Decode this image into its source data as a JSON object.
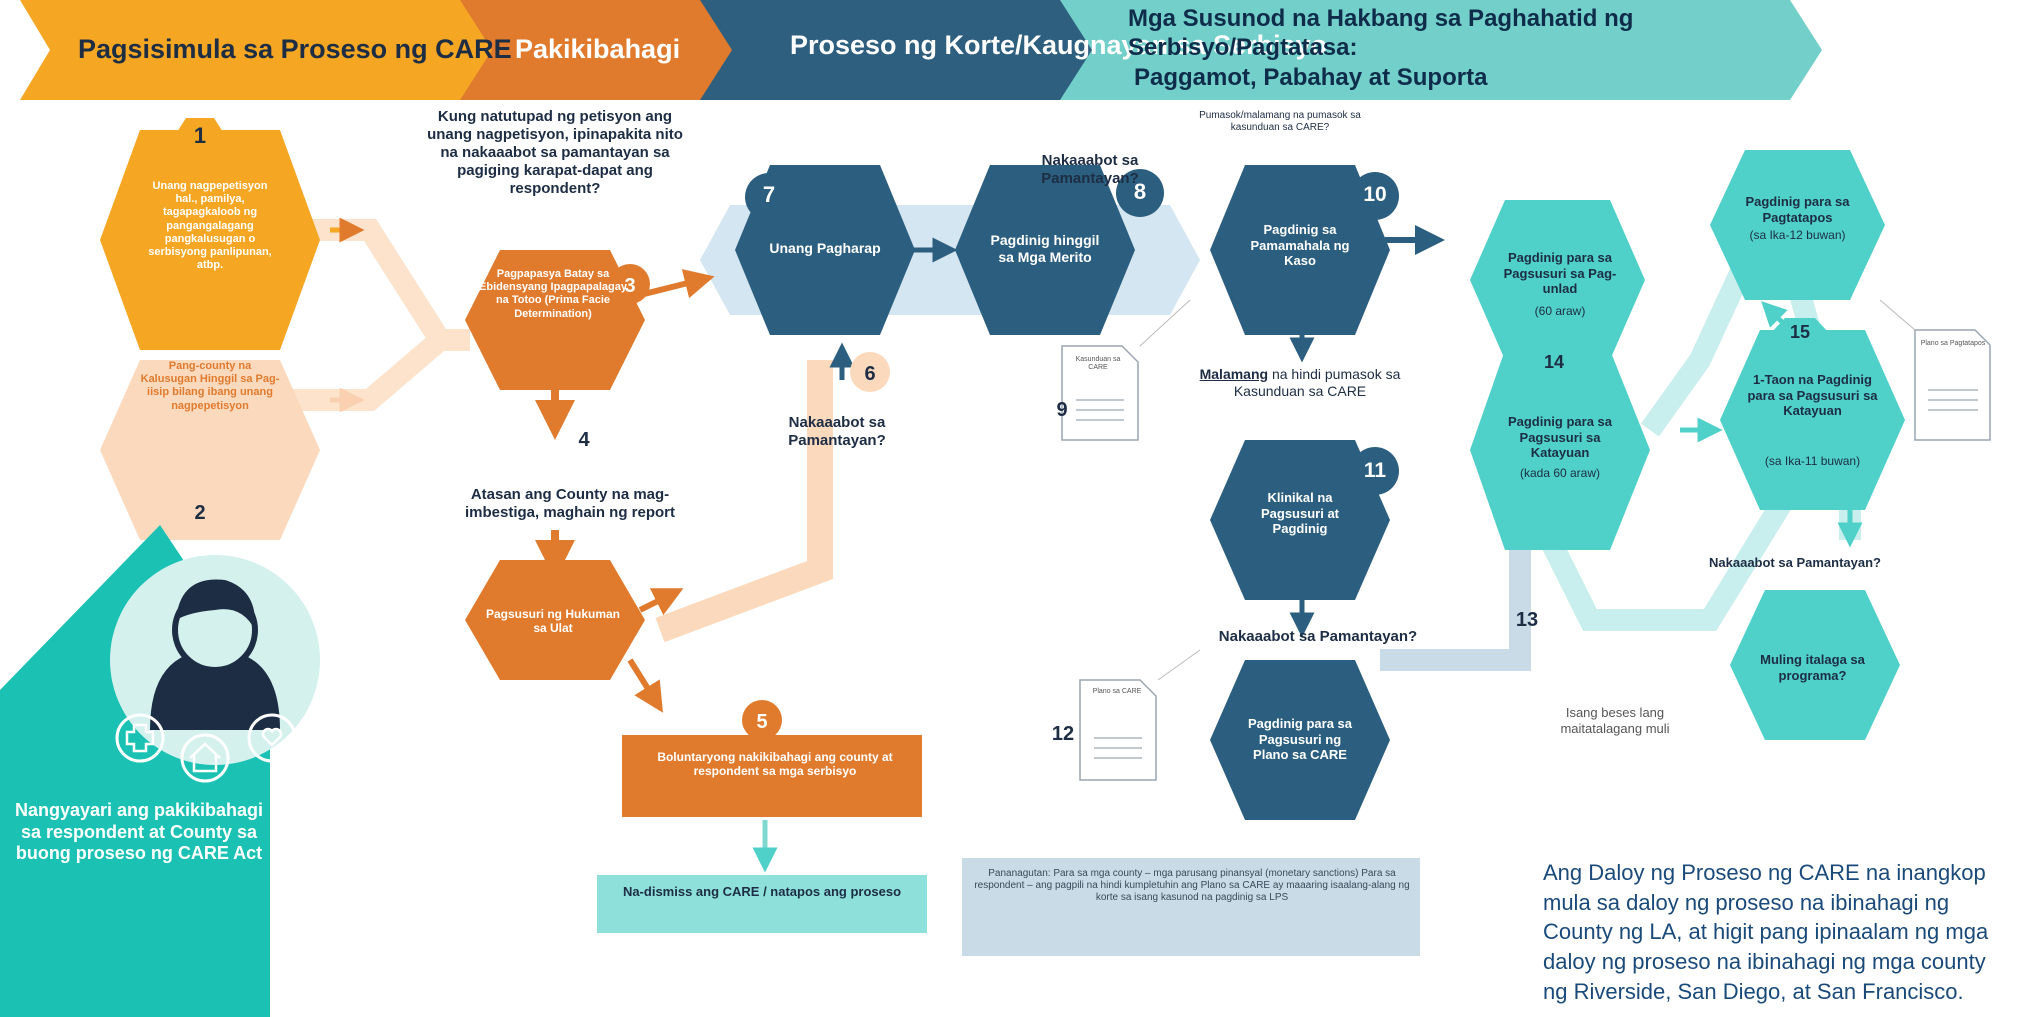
{
  "header": {
    "stage1": "Pagsisimula sa Proseso ng CARE",
    "stage2": "Pakikibahagi",
    "stage3": "Proseso ng Korte/Kaugnayan sa Serbisyo",
    "stage4_line1": "Mga Susunod na Hakbang sa Paghahatid ng",
    "stage4_line2": "Serbisyo/Pagtatasa:",
    "stage4_line3": "Paggamot, Pabahay at Suporta"
  },
  "colors": {
    "orange_light": "#f5a623",
    "orange": "#e07b2e",
    "orange_pale": "#fbd9bd",
    "navy": "#2c5f7f",
    "teal": "#4fd0c8",
    "teal_pale": "#c8eeed",
    "gray_blue": "#c9dbe6",
    "green_panel": "#1bc2b3"
  },
  "nodes": {
    "n1": {
      "num": "1",
      "text": "Unang nagpepetisyon hal., pamilya, tagapagkaloob ng pangangalagang pangkalusugan o serbisyong panlipunan, atbp."
    },
    "n2": {
      "num": "2",
      "text": "Pang-county na Kalusugan Hinggil sa Pag-iisip bilang ibang unang nagpepetisyon"
    },
    "n3": {
      "num": "3",
      "text": "Pagpapasya Batay sa Ebidensyang Ipagpapalagay na Totoo (Prima Facie Determination)"
    },
    "n4": {
      "num": "4"
    },
    "n5": {
      "num": "5",
      "text": "Boluntaryong nakikibahagi ang county at respondent sa mga serbisyo"
    },
    "n6": {
      "num": "6"
    },
    "n7": {
      "num": "7",
      "text": "Unang Pagharap"
    },
    "n8": {
      "num": "8",
      "text": "Pagdinig hinggil sa Mga Merito"
    },
    "n9": {
      "num": "9",
      "doc": "Kasunduan sa CARE"
    },
    "n10": {
      "num": "10",
      "text": "Pagdinig sa Pamamahala ng Kaso"
    },
    "n11": {
      "num": "11",
      "text": "Klinikal na Pagsusuri at Pagdinig"
    },
    "n12": {
      "num": "12",
      "doc": "Plano sa CARE"
    },
    "n13": {
      "num": "13"
    },
    "n14": {
      "num": "14",
      "text": "Pagdinig para sa Pagsusuri sa Katayuan",
      "sub": "(kada 60 araw)"
    },
    "n15": {
      "num": "15",
      "text": "1-Taon na Pagdinig para sa Pagsusuri sa Katayuan",
      "sub": "(sa Ika-11 buwan)"
    },
    "dev": {
      "text": "Pagdinig para sa Pagsusuri sa Pag-unlad",
      "sub": "(60 araw)"
    },
    "grad": {
      "text": "Pagdinig para sa Pagtatapos",
      "sub": "(sa Ika-12 buwan)"
    },
    "grad_doc": "Plano sa Pagtatapos",
    "reappoint": {
      "text": "Muling italaga sa programa?"
    },
    "review": {
      "text": "Pagsusuri ng Hukuman sa Ulat"
    },
    "planreview": {
      "text": "Pagdinig para sa Pagsusuri ng Plano sa CARE"
    }
  },
  "labels": {
    "q_petition": "Kung natutupad ng petisyon ang unang nagpetisyon, ipinapakita nito na nakaaabot sa pamantayan sa pagiging karapat-dapat ang respondent?",
    "investigate": "Atasan ang County na mag-imbestiga, maghain ng report",
    "meets_std_6": "Nakaaabot sa Pamantayan?",
    "meets_std_8": "Nakaaabot sa Pamantayan?",
    "entered_agreement": "Pumasok/malamang na pumasok sa kasunduan sa CARE?",
    "likely_not_underlined": "Malamang",
    "likely_not_rest": " na hindi pumasok sa Kasunduan sa CARE",
    "meets_std_11": "Nakaaabot sa Pamantayan?",
    "meets_std_15": "Nakaaabot sa Pamantayan?",
    "once_only": "Isang beses lang maitatalagang muli",
    "dismissed": "Na-dismiss ang CARE / natapos ang proseso",
    "accountability": "Pananagutan: Para sa mga county – mga parusang pinansyal (monetary sanctions) Para sa respondent – ang pagpili na hindi kumpletuhin ang Plano sa CARE ay maaaring isaalang-alang ng korte sa isang kasunod na pagdinig sa LPS",
    "panel": "Nangyayari ang pakikibahagi sa respondent at County sa buong proseso ng CARE Act",
    "footnote": "Ang Daloy ng Proseso ng CARE na inangkop mula sa daloy ng proseso na ibinahagi ng County ng LA, at higit pang ipinaalam ng mga daloy ng proseso na ibinahagi ng mga county ng Riverside, San Diego, at San Francisco."
  },
  "icons": [
    "medical-cross-icon",
    "house-icon",
    "heart-hands-icon",
    "person-icon",
    "document-icon"
  ]
}
